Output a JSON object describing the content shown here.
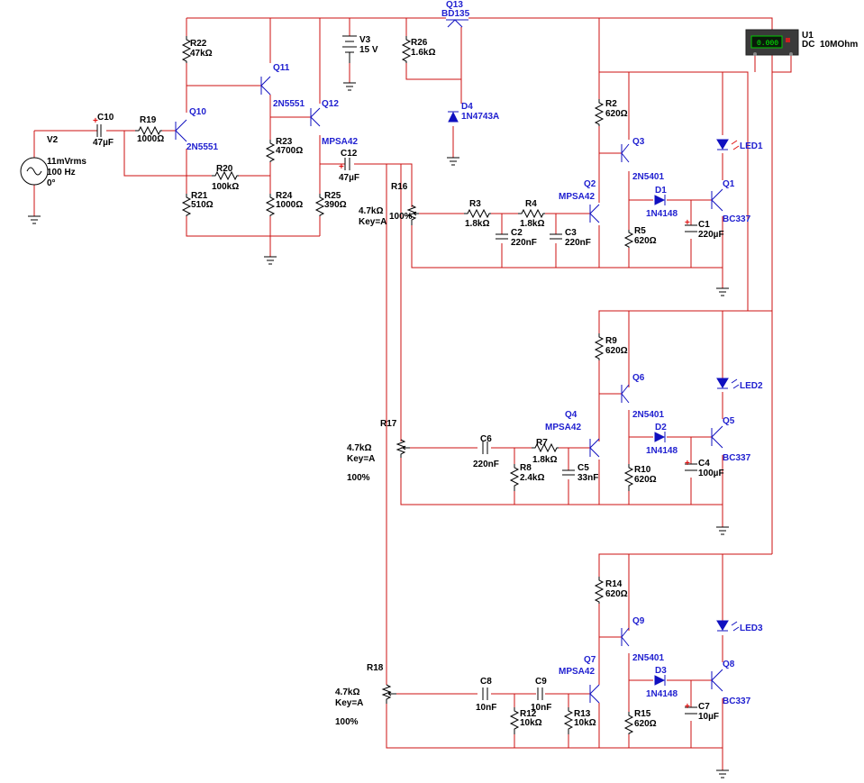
{
  "colors": {
    "wire": "#cc1010",
    "symbol": "#000000",
    "semiconductor": "#1010c0",
    "meter_bg": "#3a3a3a",
    "meter_display": "#00cc00"
  },
  "source": {
    "name": "V2",
    "amplitude": "11mVrms",
    "freq": "100 Hz",
    "phase": "0°"
  },
  "supply": {
    "name": "V3",
    "value": "15 V"
  },
  "meter": {
    "name": "U1",
    "reading": "0.000",
    "mode": "DC",
    "impedance": "10MOhm"
  },
  "parts": {
    "C10": {
      "name": "C10",
      "value": "47µF"
    },
    "R19": {
      "name": "R19",
      "value": "1000Ω"
    },
    "R22": {
      "name": "R22",
      "value": "47kΩ"
    },
    "Q10": {
      "name": "Q10",
      "model": "2N5551"
    },
    "Q11": {
      "name": "Q11",
      "model": "2N5551"
    },
    "Q12": {
      "name": "Q12",
      "model": "MPSA42"
    },
    "R20": {
      "name": "R20",
      "value": "100kΩ"
    },
    "R21": {
      "name": "R21",
      "value": "510Ω"
    },
    "R23": {
      "name": "R23",
      "value": "4700Ω"
    },
    "R24": {
      "name": "R24",
      "value": "1000Ω"
    },
    "R25": {
      "name": "R25",
      "value": "390Ω"
    },
    "C12": {
      "name": "C12",
      "value": "47µF"
    },
    "Q13": {
      "name": "Q13",
      "model": "BD135"
    },
    "R26": {
      "name": "R26",
      "value": "1.6kΩ"
    },
    "D4": {
      "name": "D4",
      "model": "1N4743A"
    },
    "R16": {
      "name": "R16",
      "value": "4.7kΩ",
      "key": "Key=A",
      "pct": "100%"
    },
    "R17": {
      "name": "R17",
      "value": "4.7kΩ",
      "key": "Key=A",
      "pct": "100%"
    },
    "R18": {
      "name": "R18",
      "value": "4.7kΩ",
      "key": "Key=A",
      "pct": "100%"
    },
    "R3": {
      "name": "R3",
      "value": "1.8kΩ"
    },
    "R4": {
      "name": "R4",
      "value": "1.8kΩ"
    },
    "C2": {
      "name": "C2",
      "value": "220nF"
    },
    "C3": {
      "name": "C3",
      "value": "220nF"
    },
    "Q2": {
      "name": "Q2",
      "model": "MPSA42"
    },
    "R2": {
      "name": "R2",
      "value": "620Ω"
    },
    "Q3": {
      "name": "Q3",
      "model": "2N5401"
    },
    "D1": {
      "name": "D1",
      "model": "1N4148"
    },
    "R5": {
      "name": "R5",
      "value": "620Ω"
    },
    "C1": {
      "name": "C1",
      "value": "220µF"
    },
    "Q1": {
      "name": "Q1",
      "model": "BC337"
    },
    "LED1": {
      "name": "LED1"
    },
    "C6": {
      "name": "C6",
      "value": "220nF"
    },
    "R7": {
      "name": "R7",
      "value": "1.8kΩ"
    },
    "R8": {
      "name": "R8",
      "value": "2.4kΩ"
    },
    "C5": {
      "name": "C5",
      "value": "33nF"
    },
    "Q4": {
      "name": "Q4",
      "model": "MPSA42"
    },
    "R9": {
      "name": "R9",
      "value": "620Ω"
    },
    "Q6": {
      "name": "Q6",
      "model": "2N5401"
    },
    "D2": {
      "name": "D2",
      "model": "1N4148"
    },
    "R10": {
      "name": "R10",
      "value": "620Ω"
    },
    "C4": {
      "name": "C4",
      "value": "100µF"
    },
    "Q5": {
      "name": "Q5",
      "model": "BC337"
    },
    "LED2": {
      "name": "LED2"
    },
    "C8": {
      "name": "C8",
      "value": "10nF"
    },
    "C9": {
      "name": "C9",
      "value": "10nF"
    },
    "R12": {
      "name": "R12",
      "value": "10kΩ"
    },
    "R13": {
      "name": "R13",
      "value": "10kΩ"
    },
    "Q7": {
      "name": "Q7",
      "model": "MPSA42"
    },
    "R14": {
      "name": "R14",
      "value": "620Ω"
    },
    "Q9": {
      "name": "Q9",
      "model": "2N5401"
    },
    "D3": {
      "name": "D3",
      "model": "1N4148"
    },
    "R15": {
      "name": "R15",
      "value": "620Ω"
    },
    "C7": {
      "name": "C7",
      "value": "10µF"
    },
    "Q8": {
      "name": "Q8",
      "model": "BC337"
    },
    "LED3": {
      "name": "LED3"
    }
  }
}
